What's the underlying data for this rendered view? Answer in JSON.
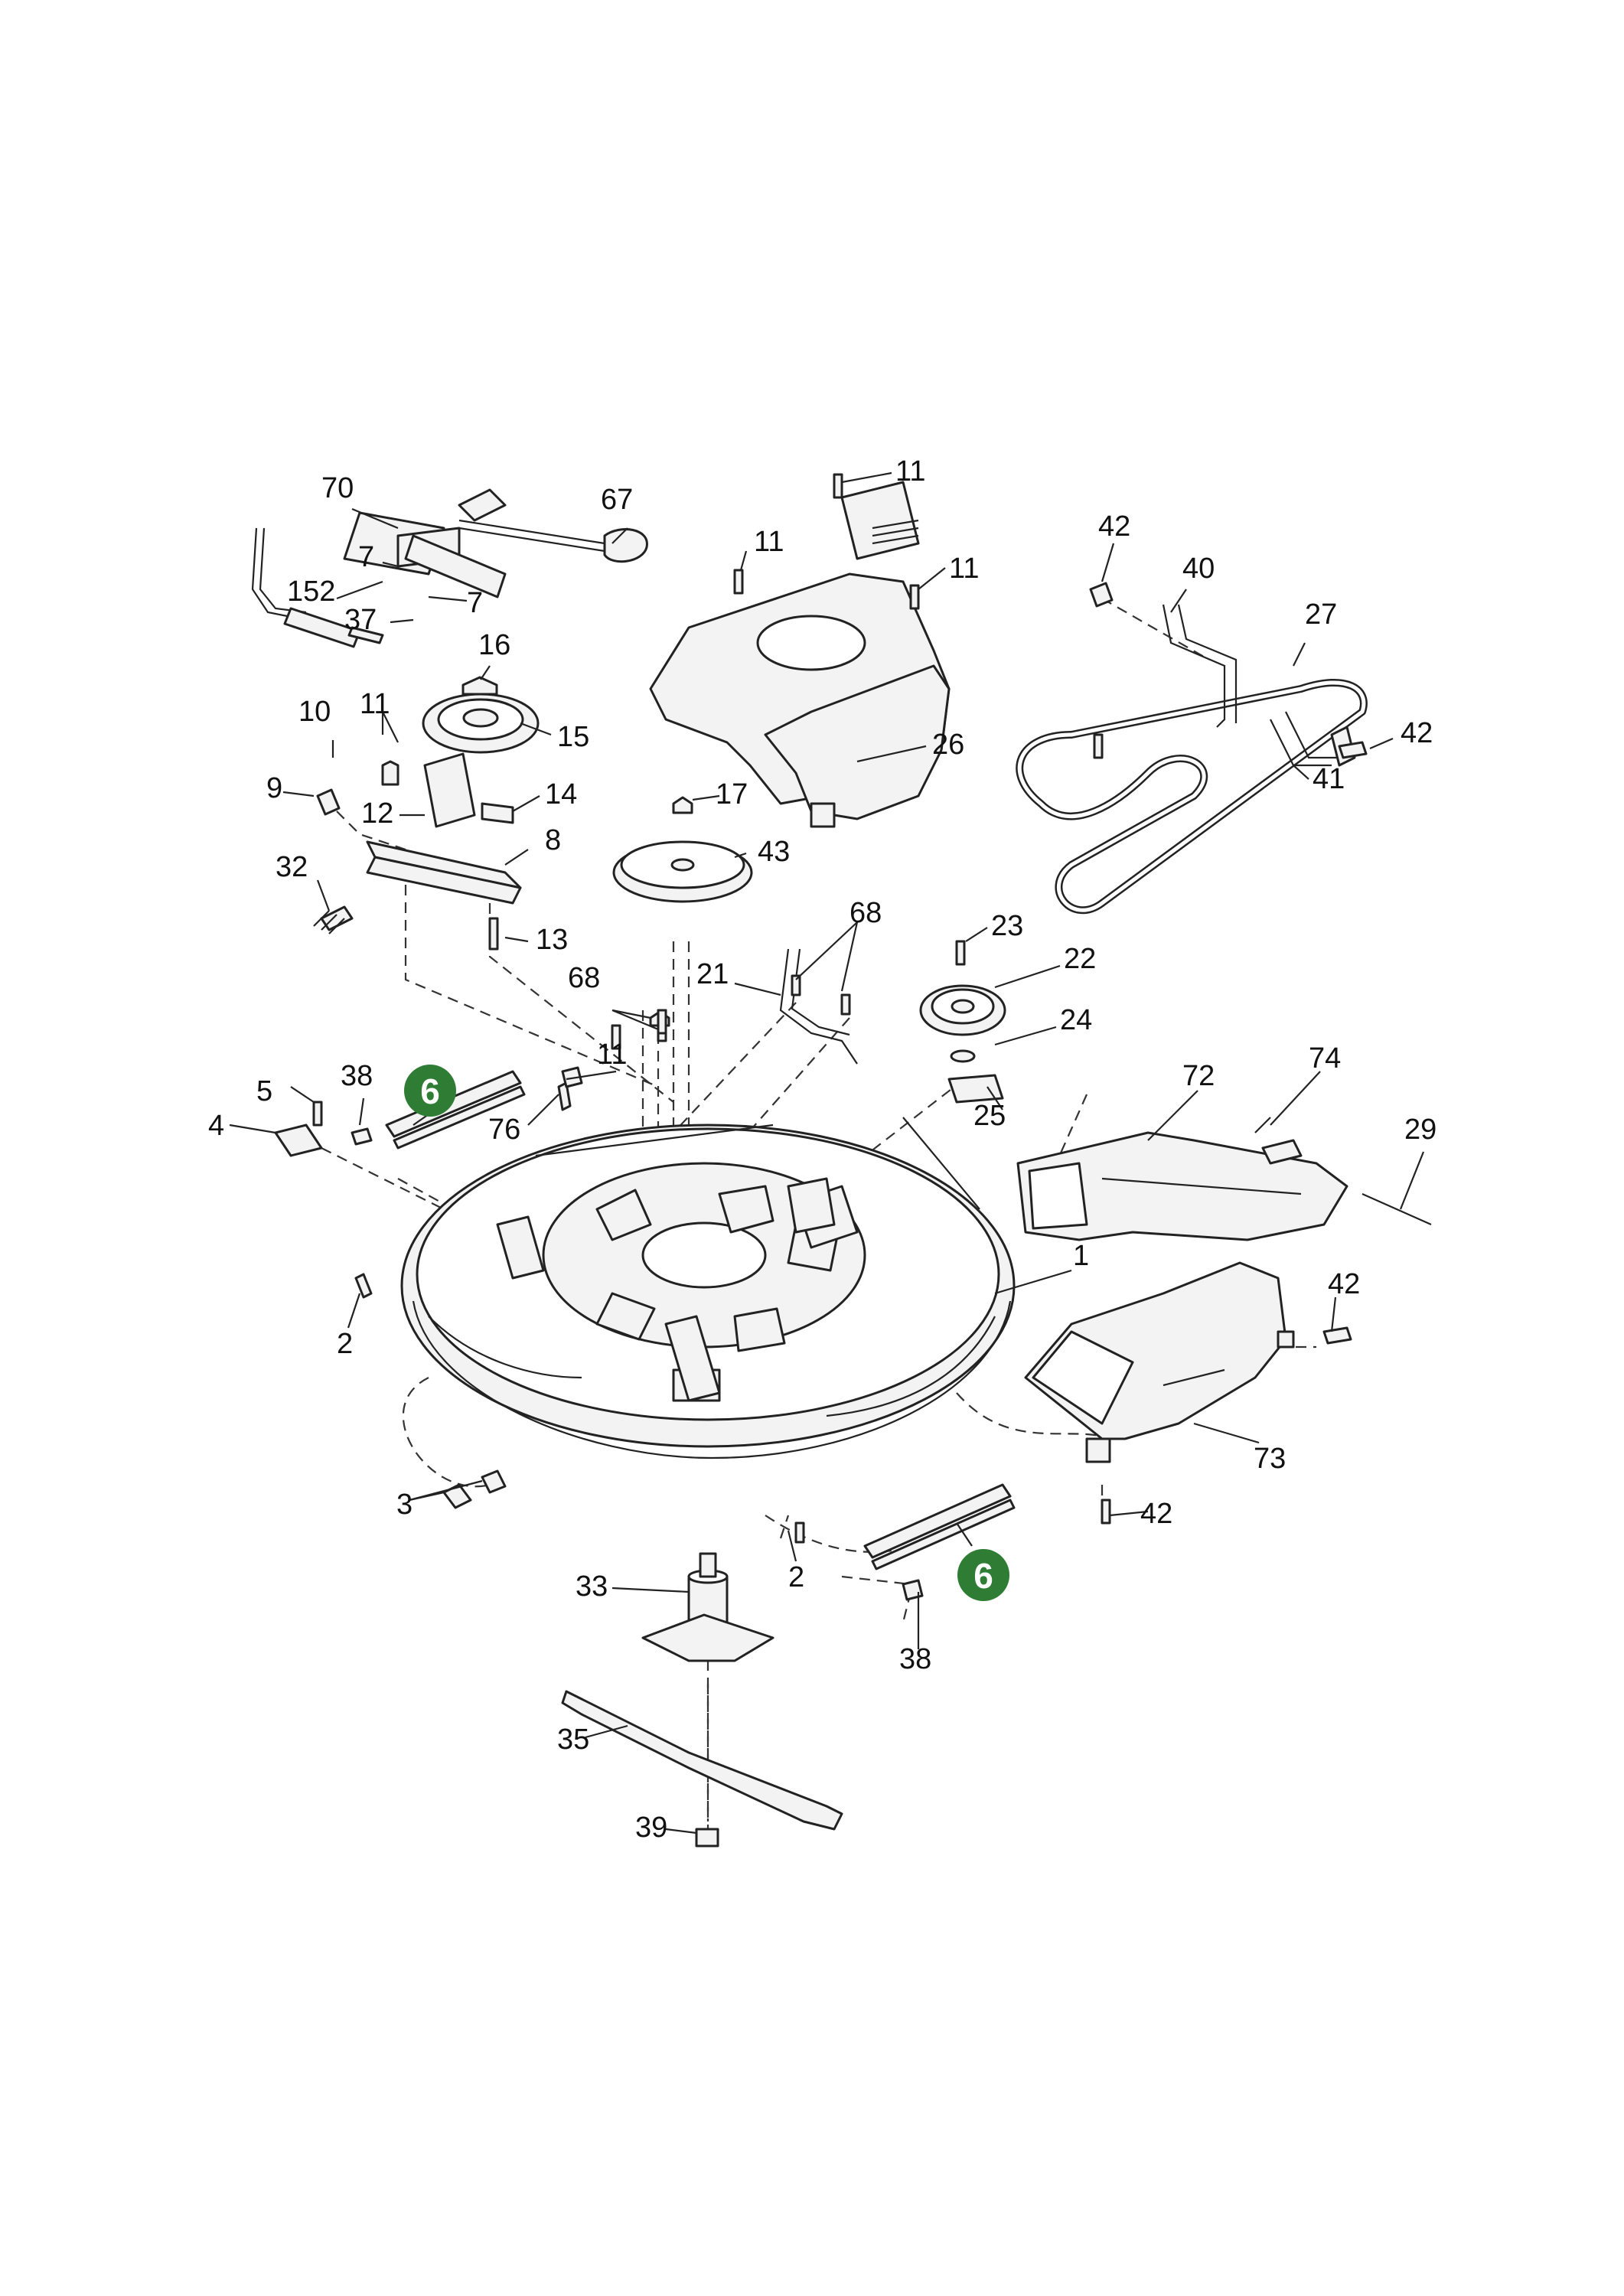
{
  "diagram": {
    "part_numbers": [
      "70",
      "67",
      "7",
      "7",
      "152",
      "37",
      "16",
      "15",
      "10",
      "11",
      "9",
      "12",
      "14",
      "8",
      "32",
      "13",
      "11",
      "11",
      "11",
      "26",
      "17",
      "43",
      "42",
      "40",
      "27",
      "42",
      "41",
      "68",
      "21",
      "68",
      "11",
      "23",
      "22",
      "24",
      "25",
      "38",
      "5",
      "4",
      "76",
      "72",
      "74",
      "29",
      "1",
      "2",
      "42",
      "73",
      "42",
      "3",
      "2",
      "33",
      "38",
      "35",
      "39"
    ],
    "highlighted_part": "6"
  }
}
